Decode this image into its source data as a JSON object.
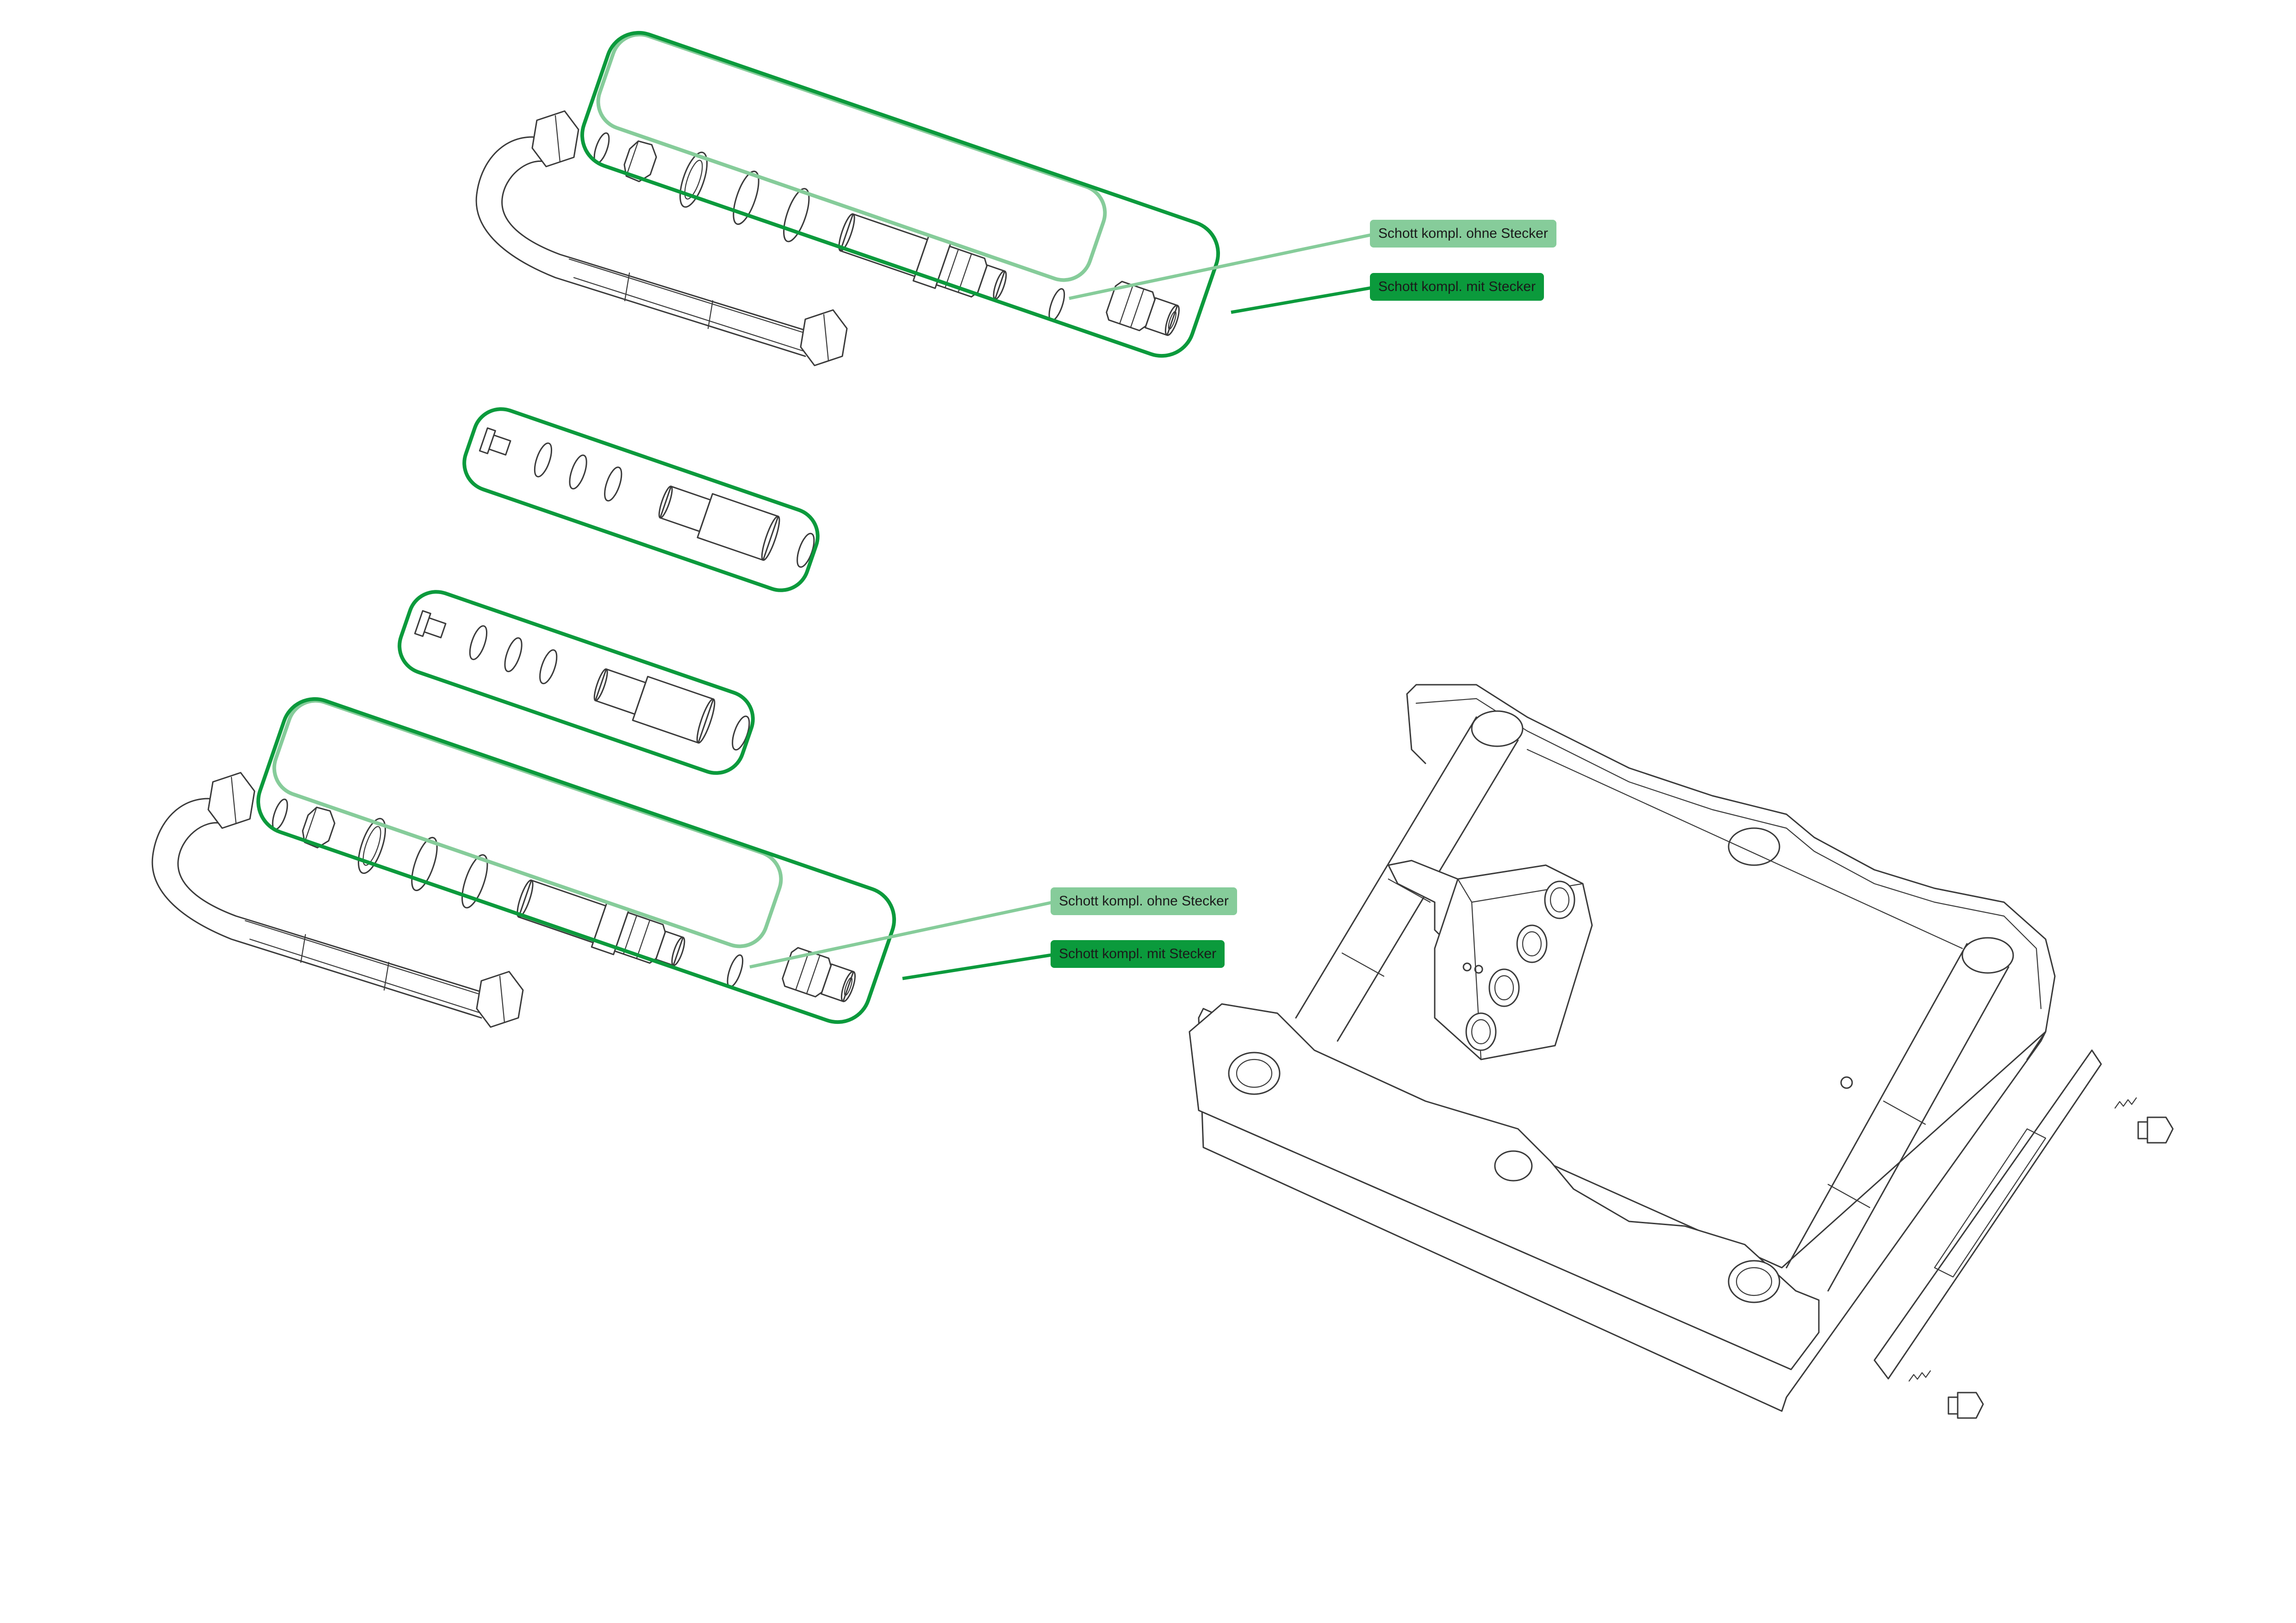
{
  "colors": {
    "dark_green": "#0b9a3c",
    "light_green": "#86cc9a",
    "line": "#3a3a3a"
  },
  "callouts": {
    "top_without_plug": "Schott kompl. ohne Stecker",
    "top_with_plug": "Schott kompl. mit Stecker",
    "bottom_without_plug": "Schott kompl. ohne Stecker",
    "bottom_with_plug": "Schott kompl. mit Stecker"
  },
  "icons": [
    "hose-assembly-icon",
    "bulkhead-fitting-icon",
    "quick-coupler-frame-icon",
    "bolt-icon",
    "spring-icon"
  ]
}
